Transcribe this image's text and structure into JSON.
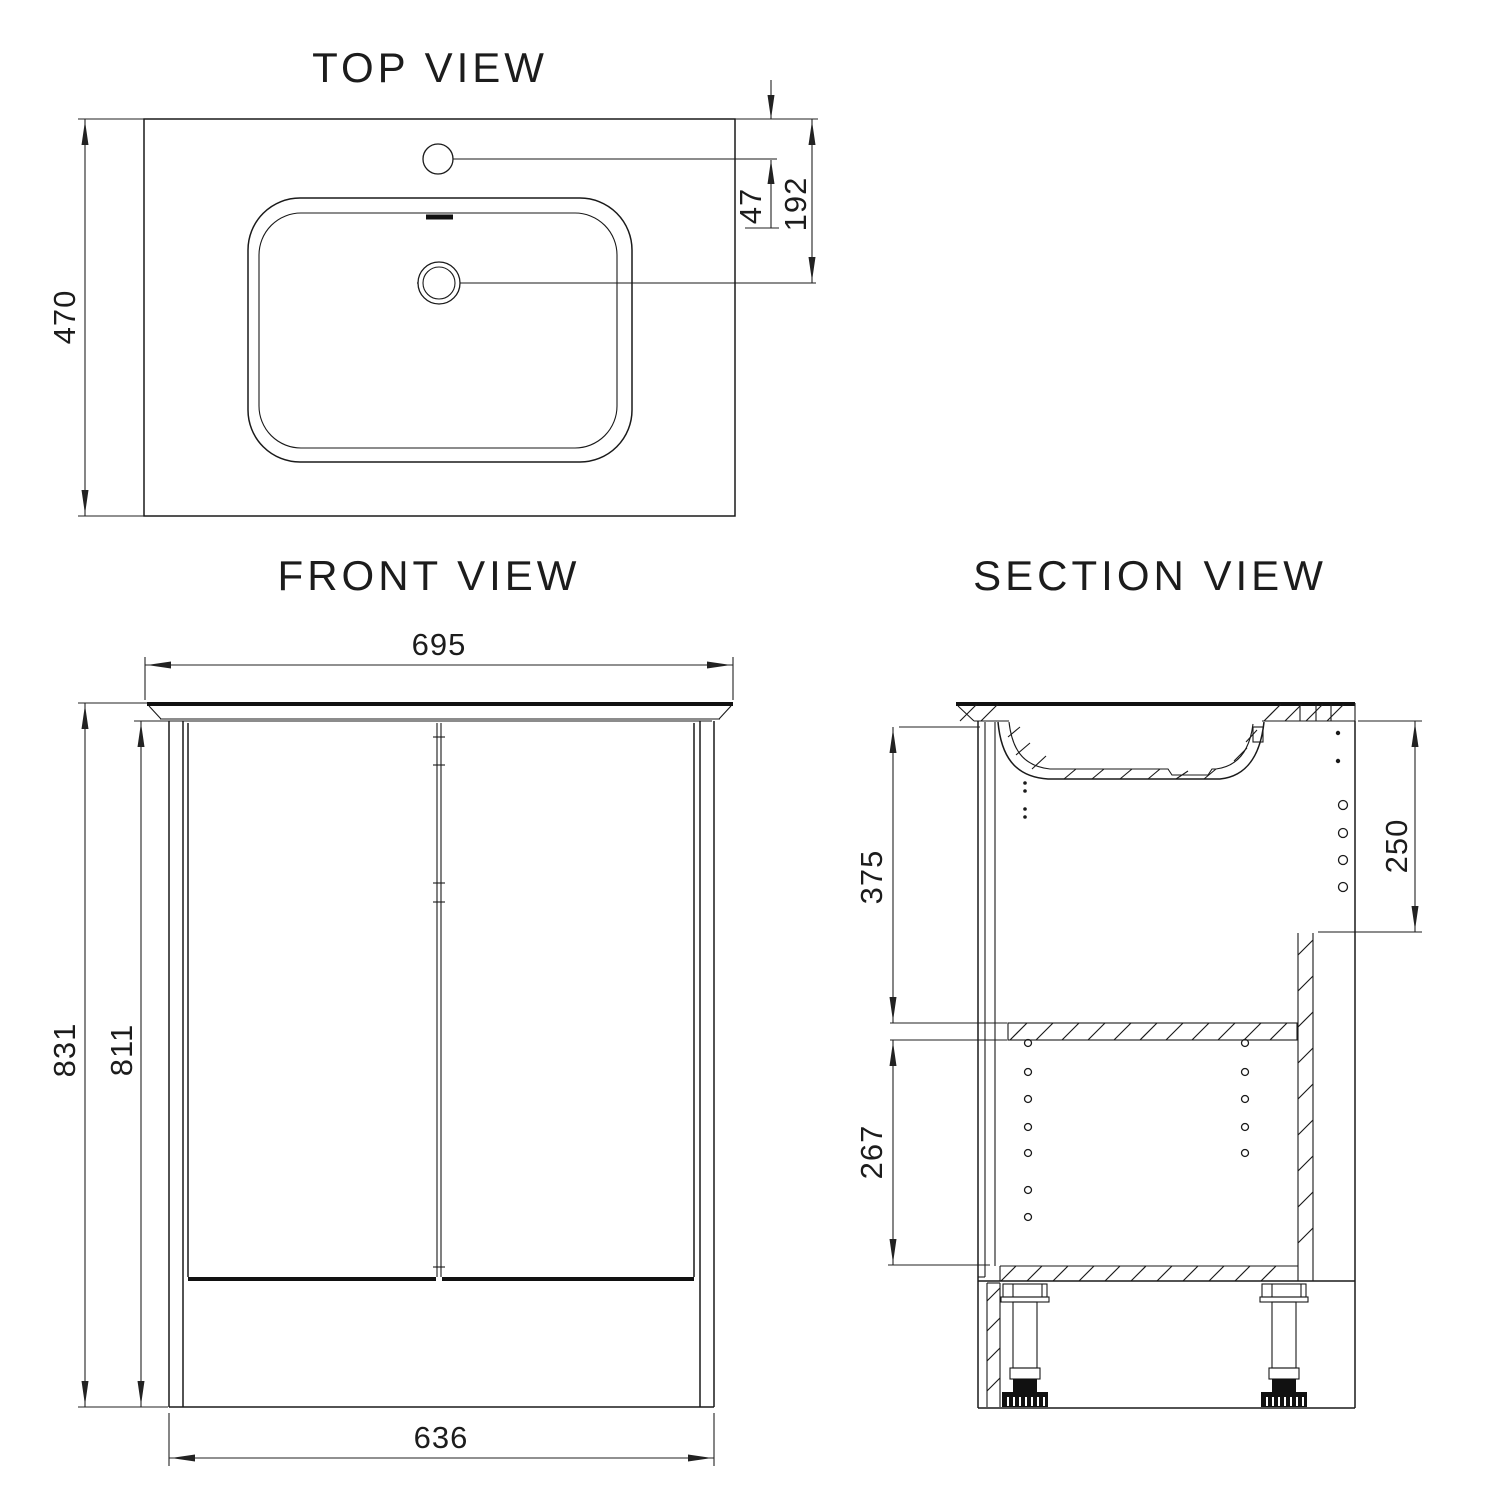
{
  "accent_color": "#1a1a1a",
  "views": {
    "top": {
      "title": "TOP VIEW",
      "dims": {
        "counter_depth": "470",
        "faucet_center_offset": "47",
        "drain_center_offset": "192"
      }
    },
    "front": {
      "title": "FRONT VIEW",
      "dims": {
        "counter_width": "695",
        "total_height": "831",
        "cabinet_height": "811",
        "base_width": "636"
      }
    },
    "section": {
      "title": "SECTION VIEW",
      "dims": {
        "upper_compartment_height": "375",
        "lower_compartment_height": "267",
        "back_panel_height": "250"
      }
    }
  }
}
